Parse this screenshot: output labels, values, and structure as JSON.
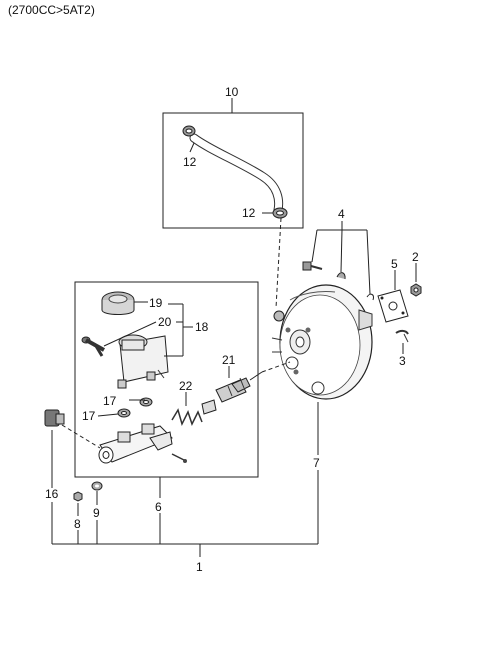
{
  "header": {
    "spec": "(2700CC>5AT2)"
  },
  "callouts": {
    "p1": "1",
    "p2": "2",
    "p3": "3",
    "p4": "4",
    "p5": "5",
    "p6": "6",
    "p7": "7",
    "p8": "8",
    "p9": "9",
    "p10": "10",
    "p12a": "12",
    "p12b": "12",
    "p16": "16",
    "p17a": "17",
    "p17b": "17",
    "p18": "18",
    "p19": "19",
    "p20": "20",
    "p21": "21",
    "p22": "22"
  }
}
